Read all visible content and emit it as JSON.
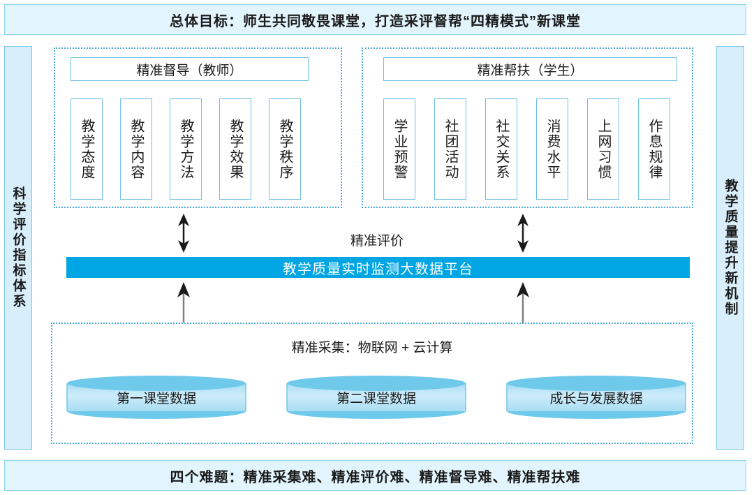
{
  "top_banner": {
    "text": "总体目标：师生共同敬畏课堂，打造采评督帮“四精模式”新课堂"
  },
  "bottom_banner": {
    "text": "四个难题：精准采集难、精准评价难、精准督导难、精准帮扶难"
  },
  "left_rail": {
    "text": "科学评价指标体系"
  },
  "right_rail": {
    "text": "教学质量提升新机制"
  },
  "teacher_panel": {
    "header": "精准督导（教师）",
    "items": [
      {
        "label": "教学态度"
      },
      {
        "label": "教学内容"
      },
      {
        "label": "教学方法"
      },
      {
        "label": "教学效果"
      },
      {
        "label": "教学秩序"
      }
    ]
  },
  "student_panel": {
    "header": "精准帮扶（学生）",
    "items": [
      {
        "label": "学业预警"
      },
      {
        "label": "社团活动"
      },
      {
        "label": "社交关系"
      },
      {
        "label": "消费水平"
      },
      {
        "label": "上网习惯"
      },
      {
        "label": "作息规律"
      }
    ]
  },
  "evaluation": {
    "caption": "精准评价"
  },
  "platform": {
    "label": "教学质量实时监测大数据平台"
  },
  "collection_panel": {
    "caption": "精准采集：物联网 + 云计算",
    "databases": [
      {
        "label": "第一课堂数据"
      },
      {
        "label": "第二课堂数据"
      },
      {
        "label": "成长与发展数据"
      }
    ]
  },
  "colors": {
    "banner_fill": "#e2f4fc",
    "banner_border": "#8fd3ec",
    "rail_fill": "#d9eefb",
    "rail_border": "#7ec8e8",
    "panel_dotted_border": "#4aa8d8",
    "box_border": "#6cbfe3",
    "platform_bar": "#00a5e3",
    "cylinder_top": "#6ec9ea",
    "cylinder_body": "#bfe6f7",
    "arrow_fill": "#1a1a1a",
    "text": "#1a1a1a"
  }
}
